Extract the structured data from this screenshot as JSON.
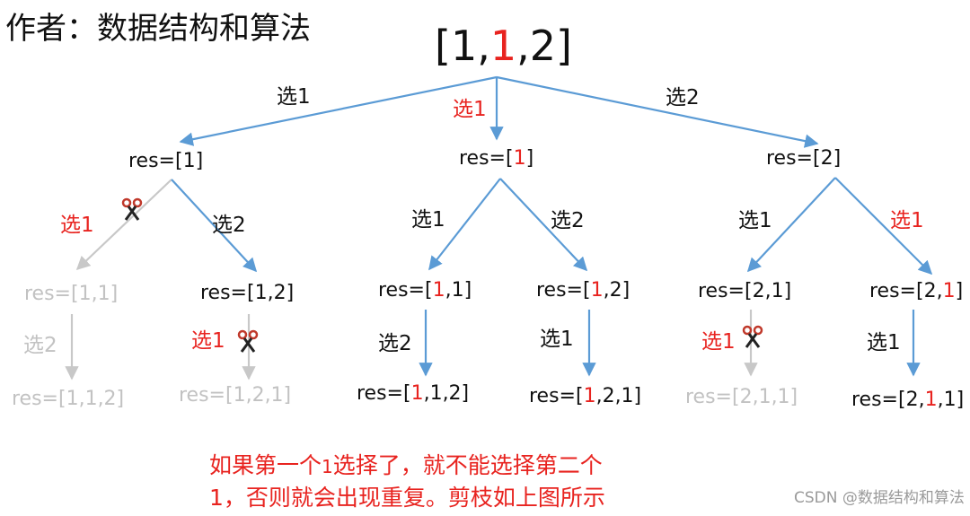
{
  "author_label": "作者：数据结构和算法",
  "root": {
    "open": "[1,",
    "red": "1",
    "close": ",2]"
  },
  "colors": {
    "edge": "#5b9bd5",
    "pruned": "#c8c8c8",
    "highlight": "#e8231f",
    "text": "#111111"
  },
  "level1": {
    "left": {
      "edge_label": "选1",
      "pre": "res=[1]",
      "red": "",
      "post": ""
    },
    "mid": {
      "edge_label": "选1",
      "pre": "res=[",
      "red": "1",
      "post": "]"
    },
    "right": {
      "edge_label": "选2",
      "pre": "res=[2]",
      "red": "",
      "post": ""
    }
  },
  "level2": {
    "n1": {
      "edge_label": "选1",
      "text": "res=[1,1]"
    },
    "n2": {
      "edge_label": "选2",
      "text": "res=[1,2]"
    },
    "n3": {
      "edge_label": "选1",
      "pre": "res=[",
      "red": "1",
      "post": ",1]"
    },
    "n4": {
      "edge_label": "选2",
      "pre": "res=[",
      "red": "1",
      "post": ",2]"
    },
    "n5": {
      "edge_label": "选1",
      "text": "res=[2,1]"
    },
    "n6": {
      "edge_label": "选1",
      "pre": "res=[2,",
      "red": "1",
      "post": "]"
    }
  },
  "level3": {
    "l1": {
      "edge_label": "选2",
      "text": "res=[1,1,2]"
    },
    "l2": {
      "edge_label": "选1",
      "text": "res=[1,2,1]"
    },
    "l3": {
      "edge_label": "选2",
      "pre": "res=[",
      "red": "1",
      "post": ",1,2]"
    },
    "l4": {
      "edge_label": "选1",
      "pre": "res=[",
      "red": "1",
      "post": ",2,1]"
    },
    "l5": {
      "edge_label": "选1",
      "text": "res=[2,1,1]"
    },
    "l6": {
      "edge_label": "选1",
      "pre": "res=[2,",
      "red": "1",
      "post": ",1]"
    }
  },
  "note": {
    "line1_a": "如果第一个",
    "line1_b": "1",
    "line1_c": "选择了，就不能选择第二个",
    "line2": "1，否则就会出现重复。剪枝如上图所示"
  },
  "watermark": "CSDN @数据结构和算法",
  "icons": [
    "scissors-icon"
  ]
}
